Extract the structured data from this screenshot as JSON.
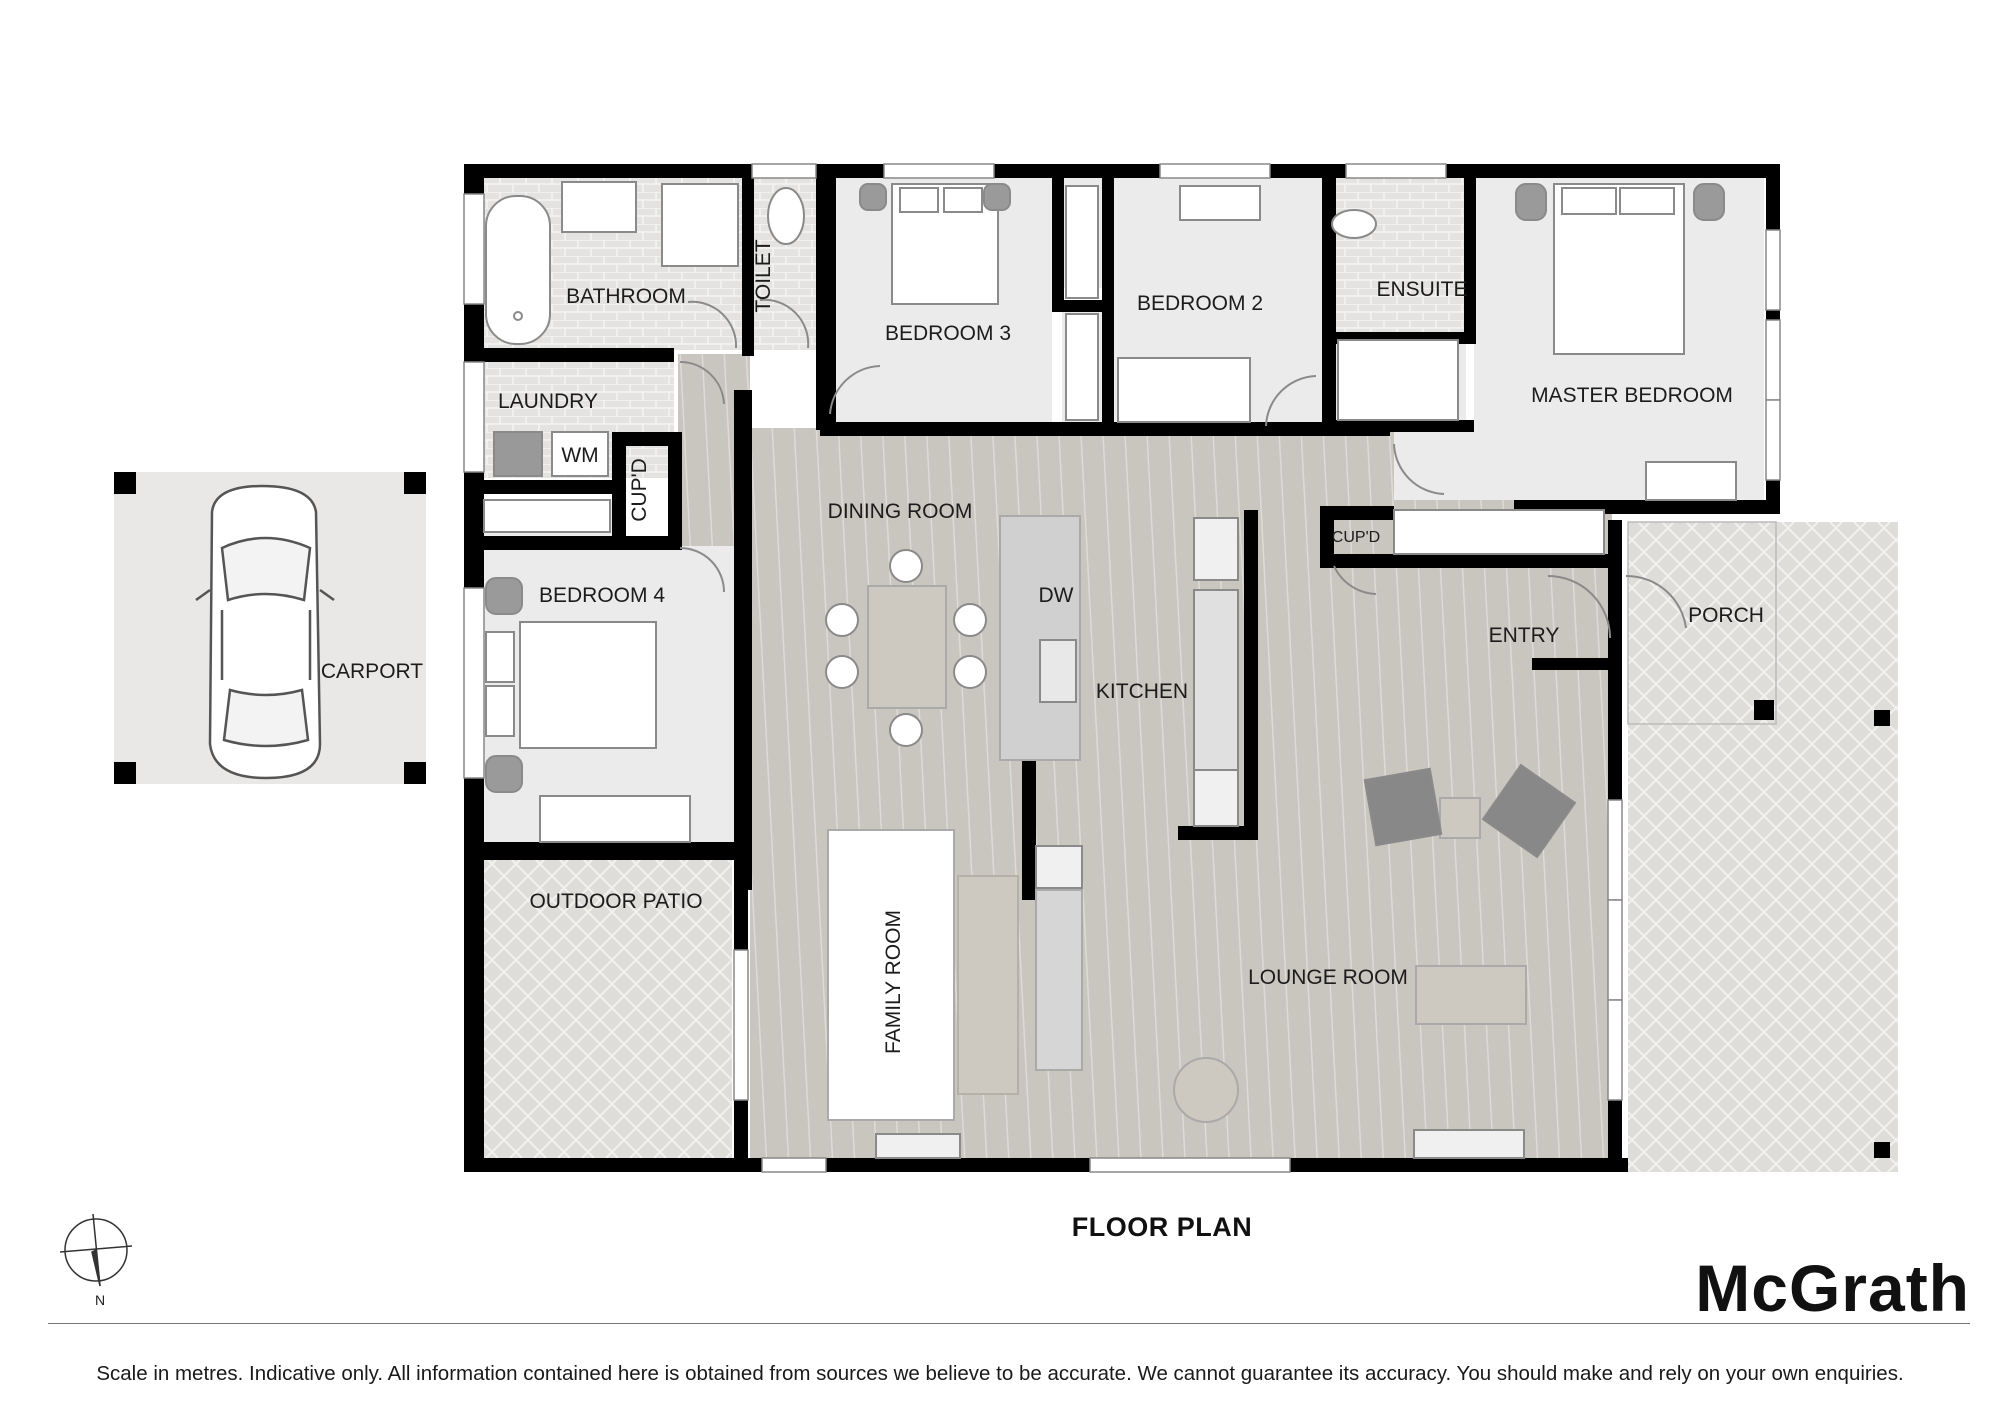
{
  "title": "FLOOR PLAN",
  "brand": {
    "logo_main": "McGrath"
  },
  "compass": {
    "label": "N"
  },
  "disclaimer": "Scale in metres. Indicative only. All information contained here is obtained from sources we believe to be accurate. We cannot guarantee its accuracy. You should make and rely on your own enquiries.",
  "rooms": {
    "bathroom": "BATHROOM",
    "toilet": "TOILET",
    "bedroom3": "BEDROOM 3",
    "bedroom2": "BEDROOM 2",
    "ensuite": "ENSUITE",
    "master": "MASTER BEDROOM",
    "laundry": "LAUNDRY",
    "wm": "WM",
    "cupd1": "CUP'D",
    "cupd2": "CUP'D",
    "dining": "DINING ROOM",
    "dw": "DW",
    "kitchen": "KITCHEN",
    "entry": "ENTRY",
    "porch": "PORCH",
    "bedroom4": "BEDROOM 4",
    "carport": "CARPORT",
    "patio": "OUTDOOR PATIO",
    "family": "FAMILY ROOM",
    "lounge": "LOUNGE ROOM"
  },
  "colors": {
    "wall": "#000000",
    "floor_timber": "#c9c5bf",
    "floor_room": "#ebebeb",
    "paving": "#e2e0dd",
    "furniture": "#cdc8c0"
  }
}
